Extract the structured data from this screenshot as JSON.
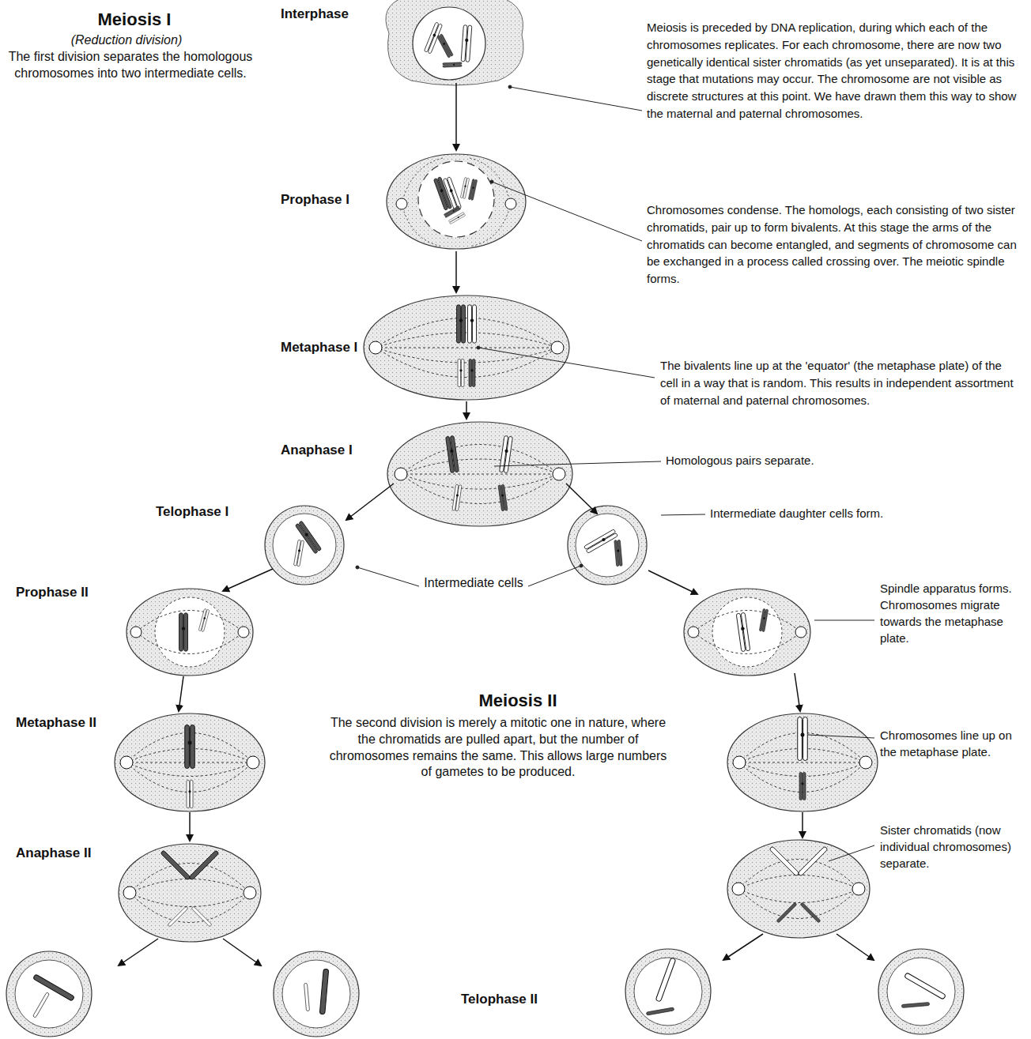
{
  "diagram": {
    "title": "Meiosis I",
    "labels": [
      "(Reduction division)",
      "The first division separates the homologous chromosomes into two intermediate cells.",
      "Interphase",
      "Meiosis is preceded by DNA replication, during which each of the chromosomes replicates. For each chromosome, there are now two genetically identical sister chromatids (as yet unseparated). It is at this stage that mutations may occur. The chromosome are not visible as discrete structures at this point. We have drawn them this way to show the maternal and paternal chromosomes.",
      "Prophase I",
      "Chromosomes condense. The homologs, each consisting of two sister chromatids, pair up to form bivalents. At this stage the arms of the chromatids can become entangled, and segments of chromosome can be exchanged in a process called crossing over. The meiotic spindle forms.",
      "Metaphase I",
      "The bivalents line up at the 'equator' (the metaphase plate) of the cell in a way that is random. This results in independent assortment of maternal and paternal chromosomes.",
      "Anaphase I",
      "Homologous pairs separate.",
      "Telophase I",
      "Intermediate daughter cells form.",
      "Prophase II",
      "Intermediate cells",
      "Spindle apparatus forms. Chromosomes migrate towards the metaphase plate.",
      "Meiosis II",
      "The second division is merely a mitotic one in nature, where the chromatids are pulled apart, but the number of chromosomes remains the same. This allows large numbers of gametes to be produced.",
      "Metaphase II",
      "Chromosomes line up on the metaphase plate.",
      "Anaphase II",
      "Sister chromatids (now individual chromosomes) separate.",
      "Telophase II"
    ]
  }
}
